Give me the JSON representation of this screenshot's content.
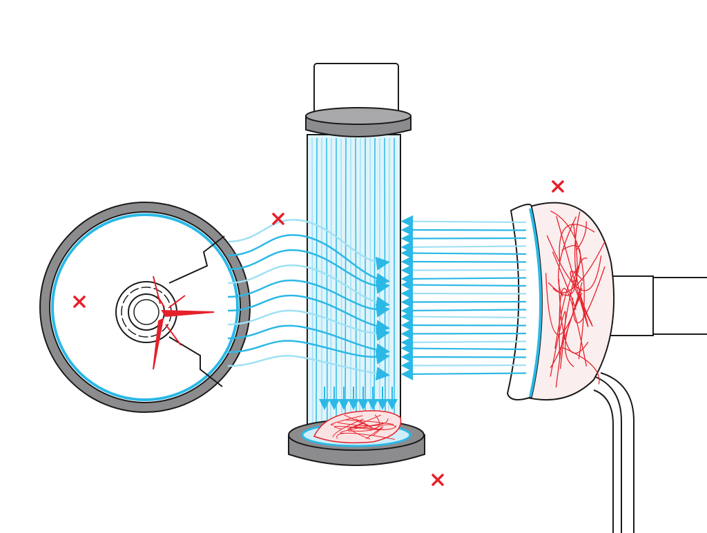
{
  "colors": {
    "flow": "#2bb8e6",
    "flow_light": "#9fe0f5",
    "housing": "#8c8c8e",
    "outline": "#1a1a1a",
    "marker": "#e5202a",
    "vein": "#e5202a",
    "glass": "#dff4fb"
  },
  "icons": [
    "x-marker-icon",
    "arrow-icon"
  ],
  "markers": [
    {
      "label": "x"
    },
    {
      "label": "x"
    },
    {
      "label": "x"
    },
    {
      "label": "x"
    }
  ],
  "flow": {
    "left_stream_count": 10,
    "right_stream_count": 20
  }
}
